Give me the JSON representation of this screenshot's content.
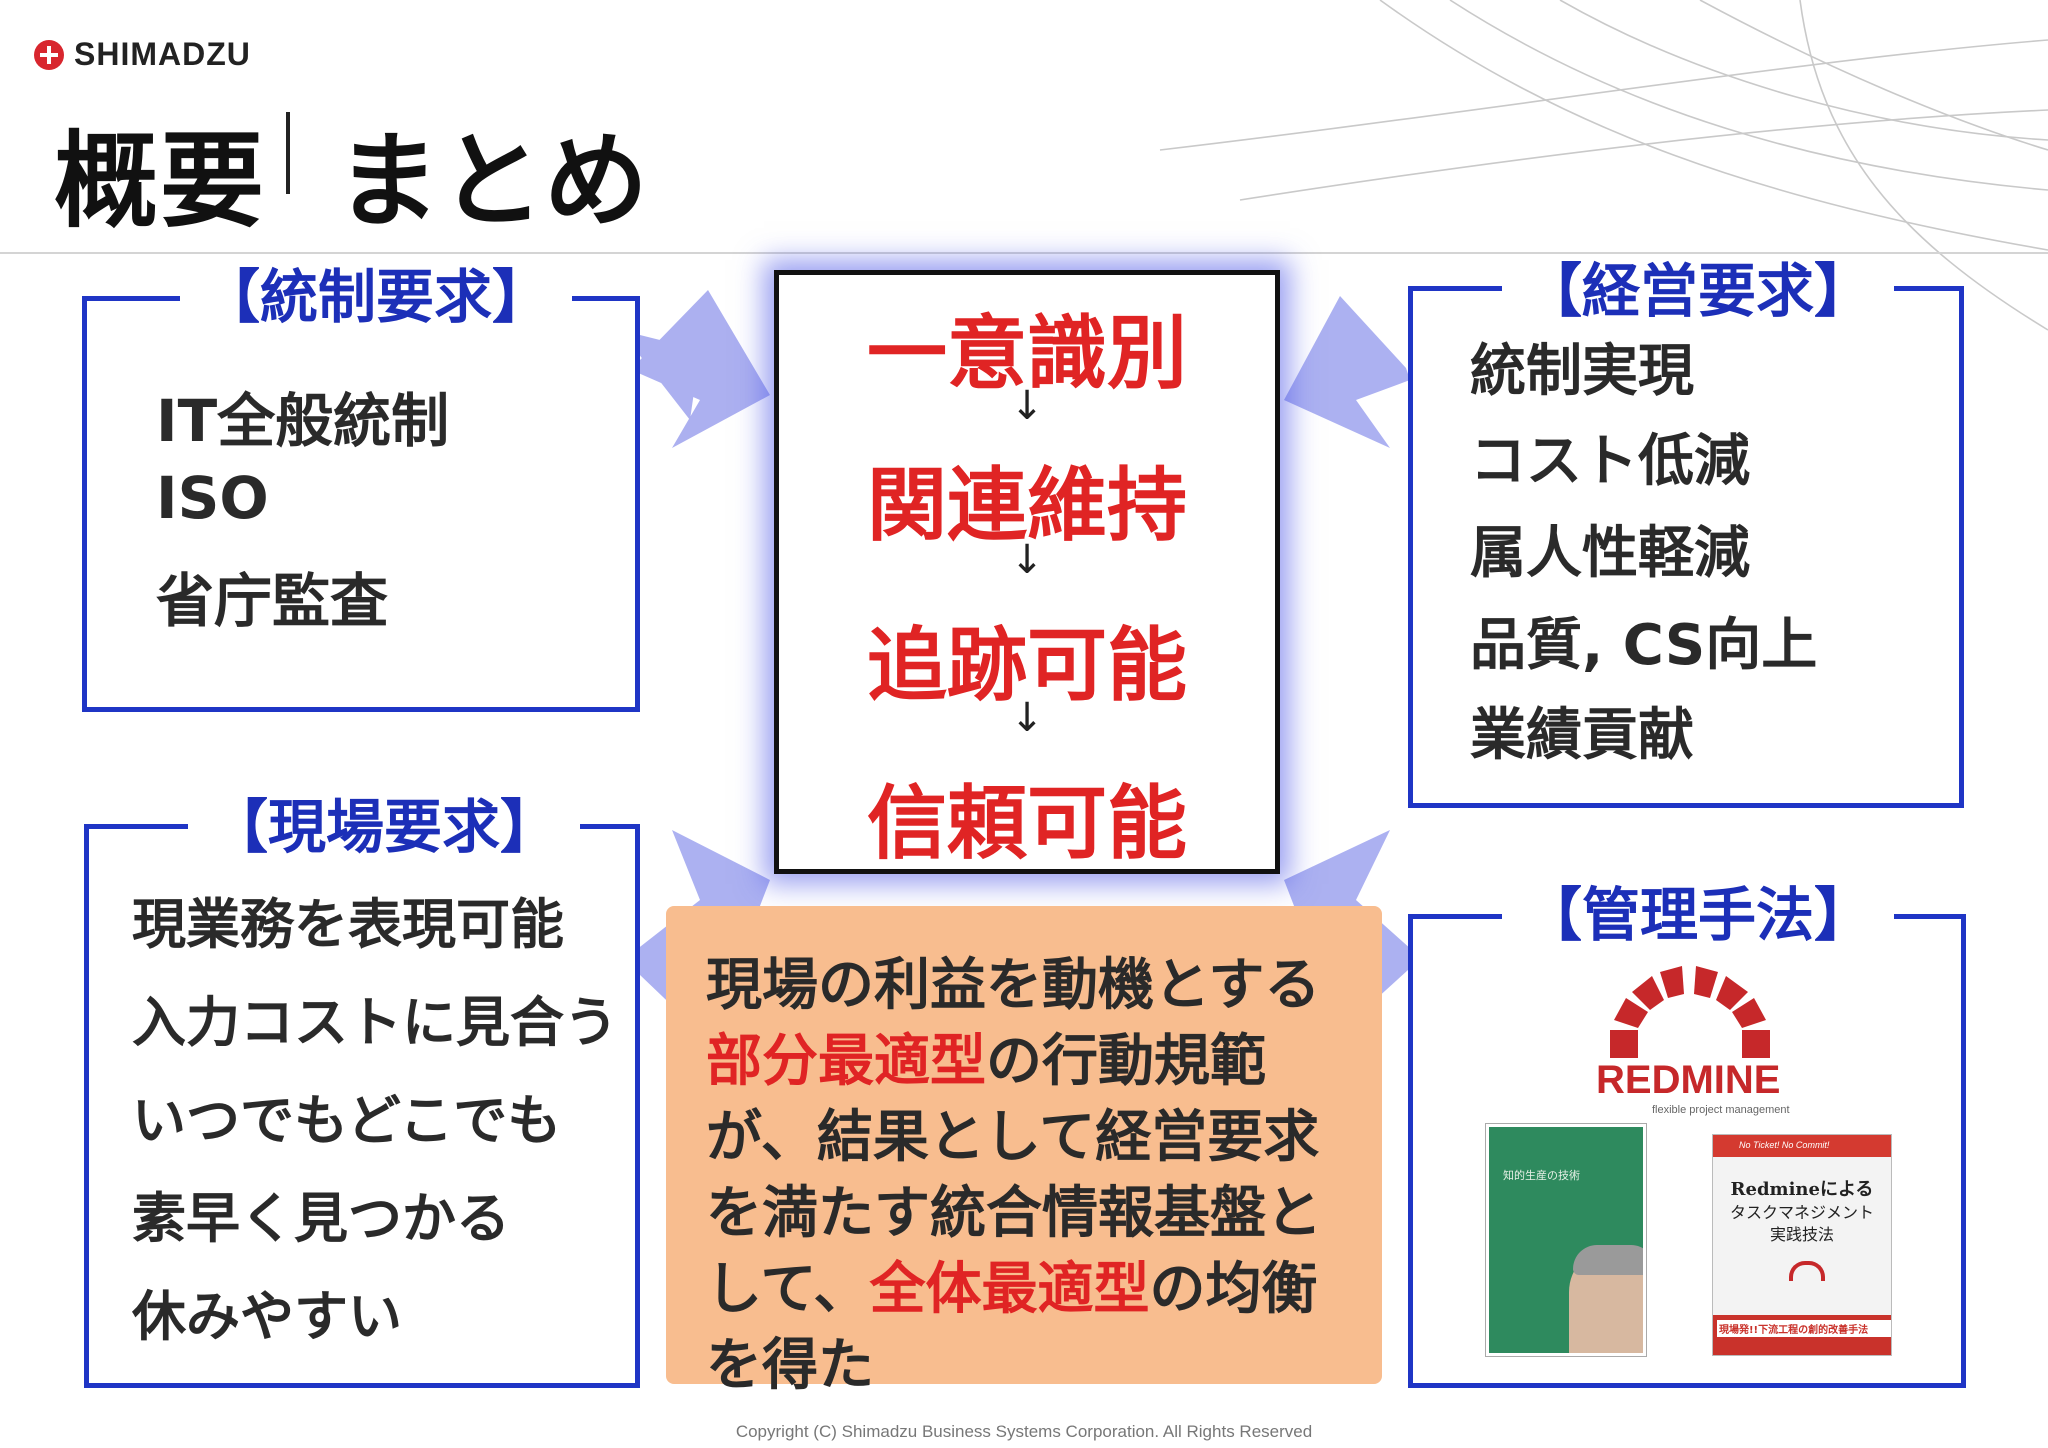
{
  "header": {
    "logo_text": "SHIMADZU",
    "title_left": "概要",
    "title_right": "まとめ"
  },
  "box_control": {
    "label": "【統制要求】",
    "items": [
      "IT全般統制",
      "ISO",
      "省庁監査"
    ]
  },
  "box_management": {
    "label": "【経営要求】",
    "items": [
      "統制実現",
      "コスト低減",
      "属人性軽減",
      "品質, CS向上",
      "業績貢献"
    ]
  },
  "box_field": {
    "label": "【現場要求】",
    "items": [
      "現業務を表現可能",
      "入力コストに見合う",
      "いつでもどこでも",
      "素早く見つかる",
      "休みやすい"
    ]
  },
  "box_method": {
    "label": "【管理手法】",
    "redmine_name": "REDMINE",
    "redmine_tagline": "flexible project management",
    "book1": {
      "title": "知的生産の技術"
    },
    "book2": {
      "header": "No Ticket! No Commit!",
      "title_line1": "Redmineによる",
      "title_line2": "タスクマネジメント",
      "title_line3": "実践技法",
      "band": "現場発!!下流工程の創的改善手法"
    }
  },
  "center": {
    "items": [
      "一意識別",
      "関連維持",
      "追跡可能",
      "信頼可能"
    ],
    "arrow": "↓"
  },
  "summary": {
    "line1": "現場の利益を動機とする",
    "line2_red": "部分最適型",
    "line2_rest": "の行動規範",
    "line3": "が、結果として経営要求",
    "line4": "を満たす統合情報基盤と",
    "line5_start": "して、",
    "line5_red": "全体最適型",
    "line5_rest": "の均衡",
    "line6": "を得た"
  },
  "footer": {
    "copyright": "Copyright (C) Shimadzu Business Systems Corporation. All Rights Reserved"
  },
  "colors": {
    "accent_blue": "#1f35c5",
    "accent_red": "#e02424",
    "summary_bg": "#f8bd8f",
    "arrow_fill": "#9ea3ee"
  }
}
